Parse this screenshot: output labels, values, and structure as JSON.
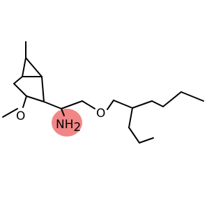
{
  "molecule": {
    "atom_labels": {
      "ether_oxygen": "O",
      "methoxy_oxygen": "O",
      "amine_text": "NH",
      "amine_subscript": "2"
    },
    "colors": {
      "bond": "#000000",
      "label_text": "#000000",
      "amine_highlight": "#f08080"
    }
  }
}
